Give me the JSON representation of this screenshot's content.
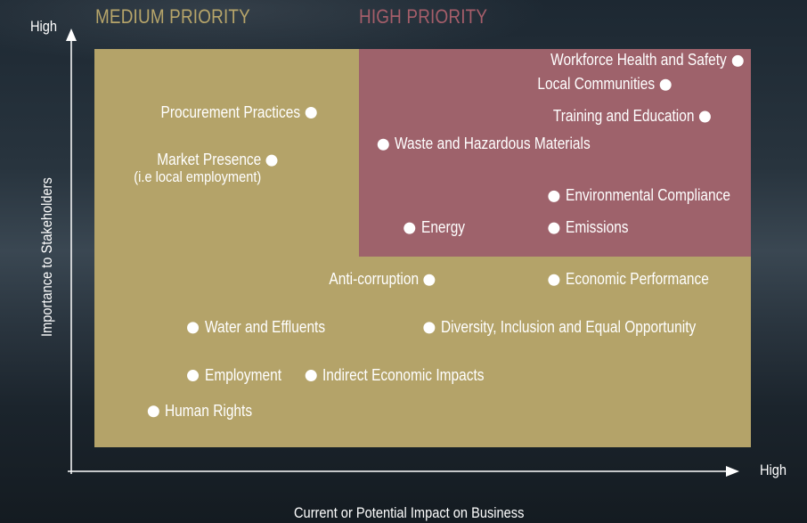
{
  "chart_data": {
    "type": "scatter",
    "title": "",
    "xlabel": "Current or Potential Impact on Business",
    "ylabel": "Importance to Stakeholders",
    "x_axis_high": "High",
    "y_axis_high": "High",
    "xlim": [
      0,
      100
    ],
    "ylim": [
      0,
      100
    ],
    "regions": [
      {
        "name": "MEDIUM PRIORITY",
        "color": "#b4a369"
      },
      {
        "name": "HIGH PRIORITY",
        "color": "#9e626b"
      }
    ],
    "points": [
      {
        "label": "Workforce Health and Safety",
        "x": 98,
        "y": 97,
        "label_side": "left"
      },
      {
        "label": "Local Communities",
        "x": 87,
        "y": 91,
        "label_side": "left"
      },
      {
        "label": "Training and Education",
        "x": 93,
        "y": 83,
        "label_side": "left"
      },
      {
        "label": "Procurement Practices",
        "x": 33,
        "y": 84,
        "label_side": "left"
      },
      {
        "label": "Waste and Hazardous Materials",
        "x": 44,
        "y": 76,
        "label_side": "right"
      },
      {
        "label": "Market Presence",
        "sublabel": "(i.e local employment)",
        "x": 27,
        "y": 72,
        "label_side": "left"
      },
      {
        "label": "Environmental Compliance",
        "x": 70,
        "y": 63,
        "label_side": "right"
      },
      {
        "label": "Energy",
        "x": 48,
        "y": 55,
        "label_side": "right"
      },
      {
        "label": "Emissions",
        "x": 70,
        "y": 55,
        "label_side": "right"
      },
      {
        "label": "Anti-corruption",
        "x": 51,
        "y": 42,
        "label_side": "left"
      },
      {
        "label": "Economic Performance",
        "x": 70,
        "y": 42,
        "label_side": "right"
      },
      {
        "label": "Water and Effluents",
        "x": 15,
        "y": 30,
        "label_side": "right"
      },
      {
        "label": "Diversity, Inclusion and Equal Opportunity",
        "x": 51,
        "y": 30,
        "label_side": "right"
      },
      {
        "label": "Employment",
        "x": 15,
        "y": 18,
        "label_side": "right"
      },
      {
        "label": "Indirect Economic Impacts",
        "x": 33,
        "y": 18,
        "label_side": "right"
      },
      {
        "label": "Human Rights",
        "x": 9,
        "y": 9,
        "label_side": "right"
      }
    ]
  }
}
